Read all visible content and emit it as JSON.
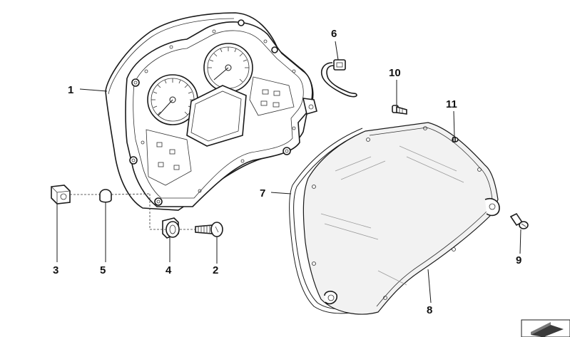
{
  "callouts": {
    "c1": "1",
    "c2": "2",
    "c3": "3",
    "c4": "4",
    "c5": "5",
    "c6": "6",
    "c7": "7",
    "c8": "8",
    "c9": "9",
    "c10": "10",
    "c11": "11"
  },
  "parts": [
    {
      "id": "1",
      "name": "instrument-cluster"
    },
    {
      "id": "2",
      "name": "screw"
    },
    {
      "id": "3",
      "name": "clip-nut"
    },
    {
      "id": "4",
      "name": "rubber-grommet"
    },
    {
      "id": "5",
      "name": "spacer-bushing"
    },
    {
      "id": "6",
      "name": "wiring-connector"
    },
    {
      "id": "7",
      "name": "gasket"
    },
    {
      "id": "8",
      "name": "cover-glass"
    },
    {
      "id": "9",
      "name": "screw"
    },
    {
      "id": "10",
      "name": "bulb-holder"
    },
    {
      "id": "11",
      "name": "plug"
    }
  ],
  "icons": {
    "corner": "parts-catalog-corner-icon"
  }
}
